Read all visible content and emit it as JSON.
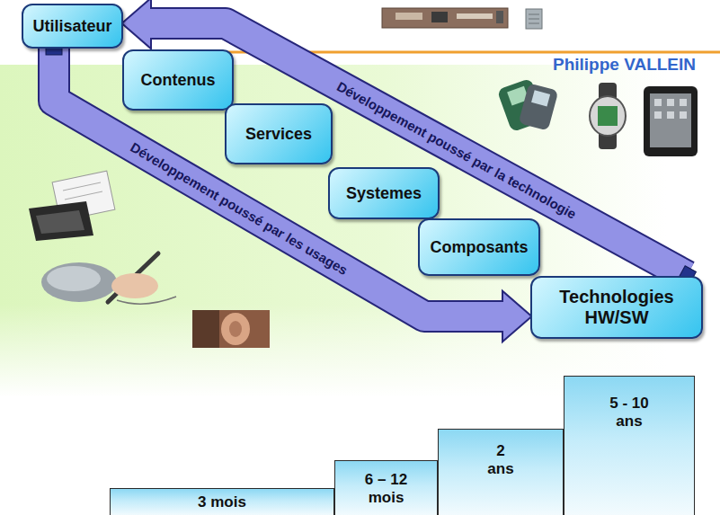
{
  "diagram": {
    "nodes": [
      {
        "text": [
          "Utilisateur"
        ]
      },
      {
        "text": [
          "Contenus"
        ]
      },
      {
        "text": [
          "Services"
        ]
      },
      {
        "text": [
          "Systemes"
        ]
      },
      {
        "text": [
          "Composants"
        ]
      },
      {
        "text": [
          "Technologies HW/SW"
        ]
      },
      {
        "text": [
          "3 mois"
        ]
      },
      {
        "text": [
          "6 – 12 mois"
        ]
      },
      {
        "text": [
          "2 ans"
        ]
      },
      {
        "text": [
          "5 - 10 ans"
        ]
      }
    ],
    "edges": [
      {
        "from": 5,
        "to": 0,
        "arrow": "to",
        "label": "Développement poussé par la technologie"
      },
      {
        "from": 0,
        "to": 5,
        "arrow": "to",
        "label": "Développement poussé par les usages"
      }
    ],
    "labels": [
      "Philippe VALLEIN"
    ]
  }
}
